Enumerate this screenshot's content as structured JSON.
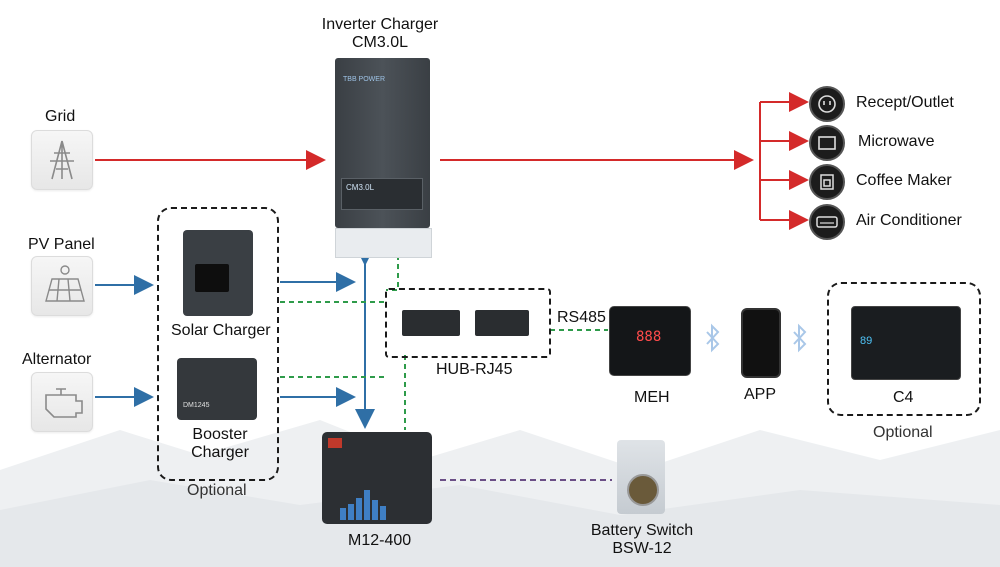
{
  "inverter": {
    "title_line1": "Inverter Charger",
    "title_line2": "CM3.0L",
    "brand": "TBB POWER",
    "display_model": "CM3.0L"
  },
  "sources": [
    {
      "label": "Grid",
      "icon": "power-tower-icon"
    },
    {
      "label": "PV Panel",
      "icon": "solar-panel-icon"
    },
    {
      "label": "Alternator",
      "icon": "engine-icon"
    }
  ],
  "chargers": {
    "solar": "Solar Charger",
    "booster_line1": "Booster",
    "booster_line2": "Charger",
    "booster_model": "DM1245",
    "optional": "Optional"
  },
  "loads": [
    {
      "label": "Recept/Outlet",
      "icon": "outlet-icon"
    },
    {
      "label": "Microwave",
      "icon": "microwave-icon"
    },
    {
      "label": "Coffee Maker",
      "icon": "coffee-maker-icon"
    },
    {
      "label": "Air Conditioner",
      "icon": "air-conditioner-icon"
    }
  ],
  "hub": {
    "label": "HUB-RJ45"
  },
  "rs485": "RS485",
  "meh": {
    "label": "MEH",
    "readout": "888"
  },
  "app": {
    "label": "APP"
  },
  "c4": {
    "label": "C4",
    "optional": "Optional",
    "readout": "89"
  },
  "battery": {
    "label": "M12-400"
  },
  "switch": {
    "label_line1": "Battery Switch",
    "label_line2": "BSW-12"
  },
  "colors": {
    "ac": "#d42a2a",
    "dc": "#2f6fa6",
    "comm": "#2e9b4a",
    "switch": "#6b4f86"
  }
}
